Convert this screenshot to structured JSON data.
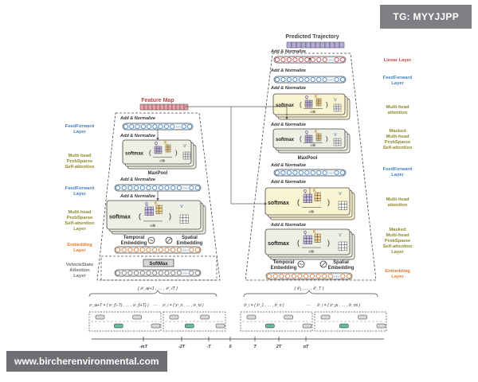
{
  "watermarks": {
    "top": "TG: MYYJJPP",
    "bottom": "www.bircherenvironmental.com"
  },
  "titles": {
    "predicted": "Predicted Trajectory",
    "feature_map": "Feature Map"
  },
  "common": {
    "add_norm": "Add & Normalize",
    "softmax": "softmax",
    "paren_open": "(",
    "paren_close": ")",
    "q": "Q",
    "k": "K",
    "v": "V",
    "sqrt_dk": "√dk",
    "maxpool": "MaxPool",
    "softmax_box": "SoftMax",
    "temporal": "Temporal",
    "spatial": "Spatial",
    "embedding": "Embedding",
    "ellipsis": "···"
  },
  "labels": {
    "linear": "Linear Layer",
    "feedforward": [
      "FeedForward",
      "Layer"
    ],
    "multihead_attention": [
      "Multi-head",
      "attention"
    ],
    "masked_multihead": [
      "Masked",
      "Multi-head",
      "ProbSparse",
      "Self-attention"
    ],
    "masked_multihead_layer": [
      "Masked",
      "Multi-head",
      "ProbSparse",
      "Self-attention",
      "Layer"
    ],
    "multihead_probsparse": [
      "Multi-head",
      "ProbSparse",
      "Self-attention"
    ],
    "multihead_probsparse_layer": [
      "Multi-head",
      "ProbSparse",
      "Self-attention",
      "Layer"
    ],
    "embedding_layer": [
      "Embedding",
      "Layer"
    ],
    "vehiclestate": [
      "VehicleState",
      "Attention",
      "Layer"
    ]
  },
  "formulas": {
    "enc_in": "{ xᵗ_ai+1 , … , xᵗ_iT }",
    "dec_in": "{ x̂ᵗ₁ , … , x̂ᵗ_T }",
    "enc1": "xᵗ_ai+T = { xᵗ_(i−T) , … , xᵗ_(i+T) }",
    "enc2": "xᵗ_i = { xᵗ_ri , … , xᵗ_ni }",
    "dec1": "x̂ᵗ_i = { x̂ᵗ_1 , … , x̂ᵗ_n }",
    "dec2": "x̂ᵗ_i = { x̂ᵗ_pi , … , x̂ᵗ_mi }"
  },
  "timeline": {
    "ticks": [
      "-mT",
      "-2T",
      "-T",
      "0",
      "T",
      "2T",
      "nT"
    ]
  },
  "colors": {
    "blue_label": "#3f7fc3",
    "olive_label": "#8d8a2a",
    "orange_label": "#e07a2d",
    "red_label": "#c04646",
    "attention_fill": "#fbf4d3",
    "pink_box": "#e9a0a4",
    "purple_box": "#b7a9d8"
  }
}
